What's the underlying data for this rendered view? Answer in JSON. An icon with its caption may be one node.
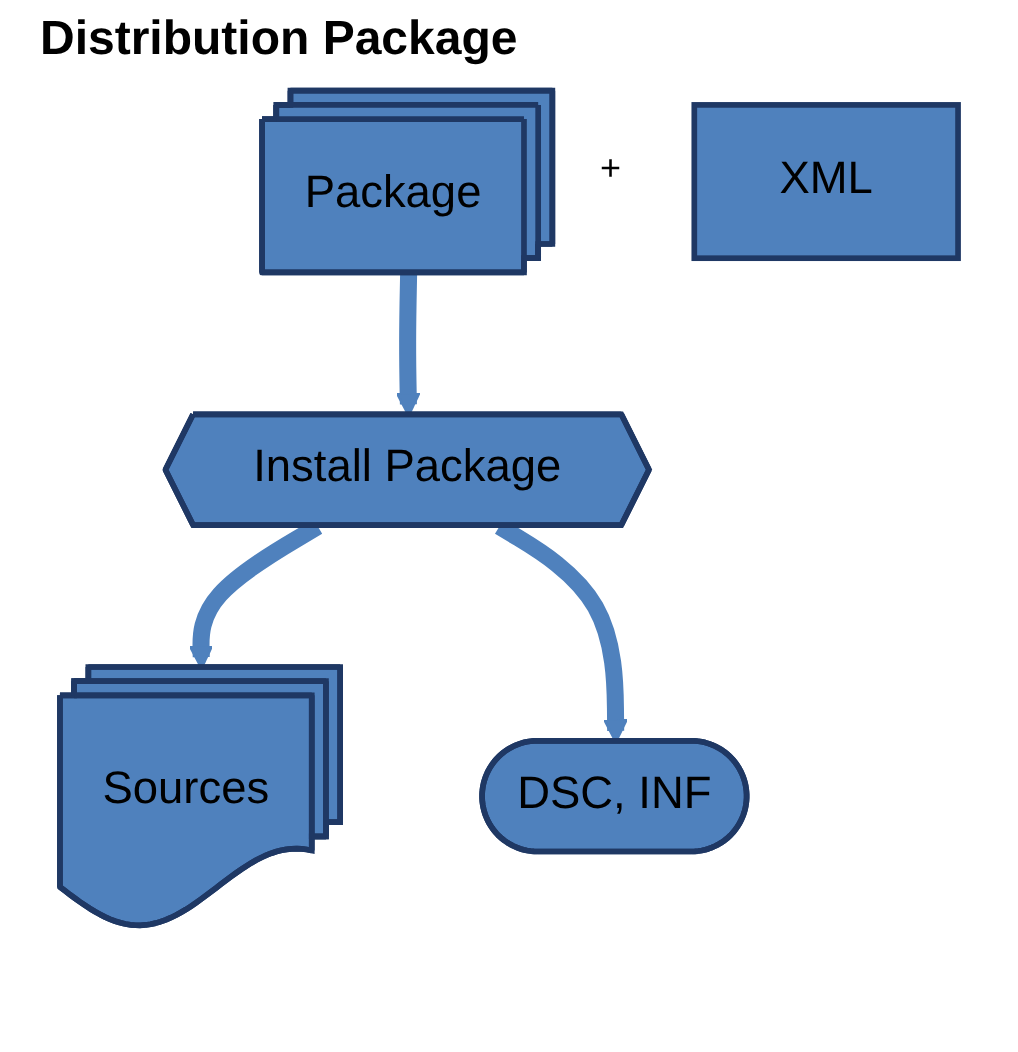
{
  "diagram": {
    "title": "Distribution Package",
    "nodes": [
      {
        "text": [
          "Package"
        ]
      },
      {
        "text": [
          "XML"
        ]
      },
      {
        "text": [
          "Install Package"
        ]
      },
      {
        "text": [
          "Sources"
        ]
      },
      {
        "text": [
          "DSC, INF"
        ]
      }
    ],
    "edges": [
      {
        "from": 0,
        "to": 2,
        "arrow": "to"
      },
      {
        "from": 2,
        "to": 3,
        "arrow": "to"
      },
      {
        "from": 2,
        "to": 4,
        "arrow": "to"
      }
    ],
    "labels": [
      "+"
    ]
  }
}
